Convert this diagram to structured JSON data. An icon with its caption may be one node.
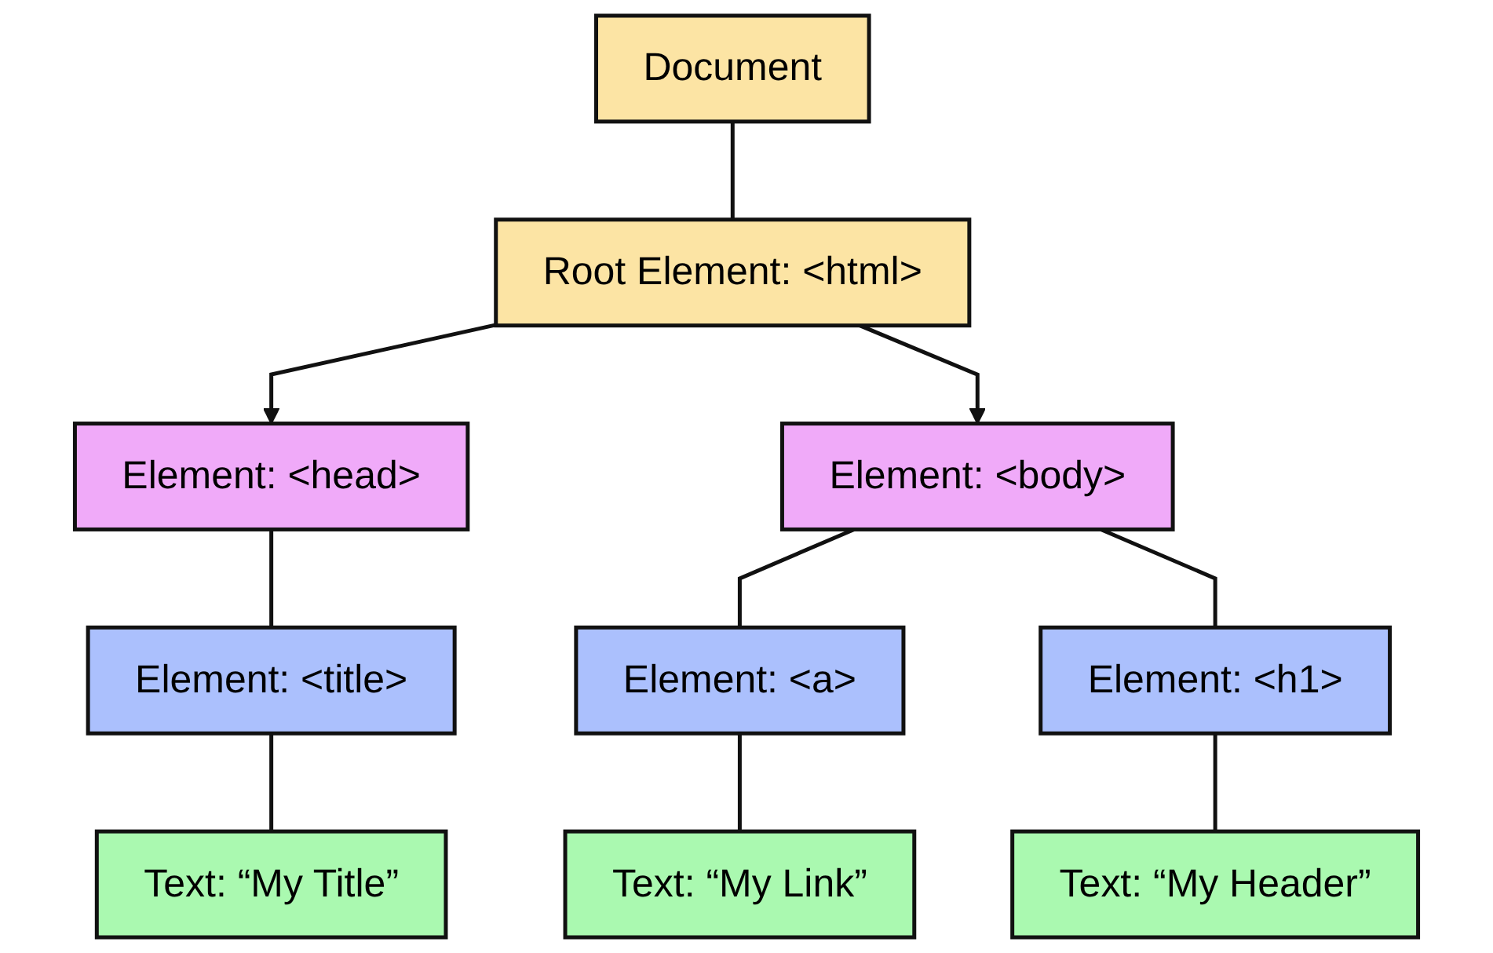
{
  "diagram": {
    "nodes": [
      {
        "text": [
          "Document"
        ]
      },
      {
        "text": [
          "Root Element: <html>"
        ]
      },
      {
        "text": [
          "Element: <head>"
        ]
      },
      {
        "text": [
          "Element: <body>"
        ]
      },
      {
        "text": [
          "Element: <title>"
        ]
      },
      {
        "text": [
          "Element: <a>"
        ]
      },
      {
        "text": [
          "Element: <h1>"
        ]
      },
      {
        "text": [
          "Text: “My Title”"
        ]
      },
      {
        "text": [
          "Text: “My Link”"
        ]
      },
      {
        "text": [
          "Text: “My Header”"
        ]
      }
    ],
    "edges": [
      {
        "from": 0,
        "to": 1,
        "arrow": "none"
      },
      {
        "from": 1,
        "to": 2,
        "arrow": "to"
      },
      {
        "from": 1,
        "to": 3,
        "arrow": "to"
      },
      {
        "from": 2,
        "to": 4,
        "arrow": "none"
      },
      {
        "from": 3,
        "to": 5,
        "arrow": "none"
      },
      {
        "from": 3,
        "to": 6,
        "arrow": "none"
      },
      {
        "from": 4,
        "to": 7,
        "arrow": "none"
      },
      {
        "from": 5,
        "to": 8,
        "arrow": "none"
      },
      {
        "from": 6,
        "to": 9,
        "arrow": "none"
      }
    ]
  }
}
